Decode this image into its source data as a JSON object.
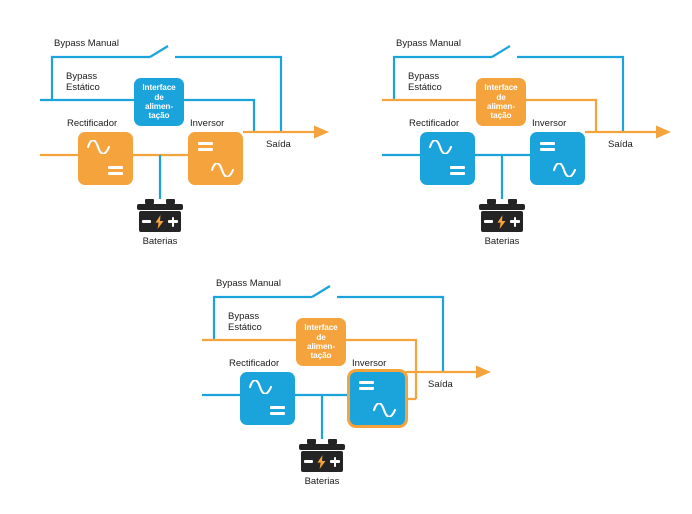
{
  "palette": {
    "orange": "#F5A33C",
    "blue": "#1BA3DC",
    "dark": "#242424",
    "text": "#1b1b1b",
    "white": "#ffffff"
  },
  "labels": {
    "bypass_manual": "Bypass Manual",
    "bypass_estatico_line1": "Bypass",
    "bypass_estatico_line2": "Estático",
    "rectificador": "Rectificador",
    "inversor": "Inversor",
    "saida": "Saída",
    "baterias": "Baterias",
    "interface_line1": "Interface",
    "interface_line2": "de",
    "interface_line3": "alimen-",
    "interface_line4": "tação"
  },
  "icons": {
    "sine_wave": "ac-sine-wave-icon",
    "dc_double_bar": "dc-double-bar-icon",
    "battery": "battery-icon",
    "lightning_bolt": "lightning-bolt-icon",
    "minus_terminal": "minus-terminal-icon",
    "plus_terminal": "plus-terminal-icon",
    "arrow_right": "output-arrow-icon",
    "bypass_switch": "open-switch-icon"
  },
  "diagrams": [
    {
      "id": "diagram-1",
      "name": "normal-operation-mode",
      "interface_color": "#1BA3DC",
      "rectificador_color": "#F5A33C",
      "inversor_color": "#F5A33C",
      "inversor_border": "none",
      "manual_bypass_line_color": "#1BA3DC",
      "static_bypass_line_color": "#1BA3DC",
      "mains_line_color": "#F5A33C",
      "dc_bus_line_color": "#F5A33C",
      "battery_line_color": "#1BA3DC",
      "output_line_color": "#F5A33C",
      "output_riser_color": "#1BA3DC"
    },
    {
      "id": "diagram-2",
      "name": "static-bypass-mode",
      "interface_color": "#F5A33C",
      "rectificador_color": "#1BA3DC",
      "inversor_color": "#1BA3DC",
      "inversor_border": "none",
      "manual_bypass_line_color": "#1BA3DC",
      "static_bypass_line_color": "#F5A33C",
      "mains_line_color": "#1BA3DC",
      "dc_bus_line_color": "#1BA3DC",
      "battery_line_color": "#1BA3DC",
      "output_line_color": "#F5A33C",
      "output_riser_color": "#1BA3DC"
    },
    {
      "id": "diagram-3",
      "name": "inverter-highlighted-mode",
      "interface_color": "#F5A33C",
      "rectificador_color": "#1BA3DC",
      "inversor_color": "#1BA3DC",
      "inversor_border": "#F5A33C",
      "manual_bypass_line_color": "#1BA3DC",
      "static_bypass_line_color": "#F5A33C",
      "mains_line_color": "#1BA3DC",
      "dc_bus_line_color": "#1BA3DC",
      "battery_line_color": "#1BA3DC",
      "output_line_color": "#F5A33C",
      "output_riser_color": "#1BA3DC"
    }
  ]
}
